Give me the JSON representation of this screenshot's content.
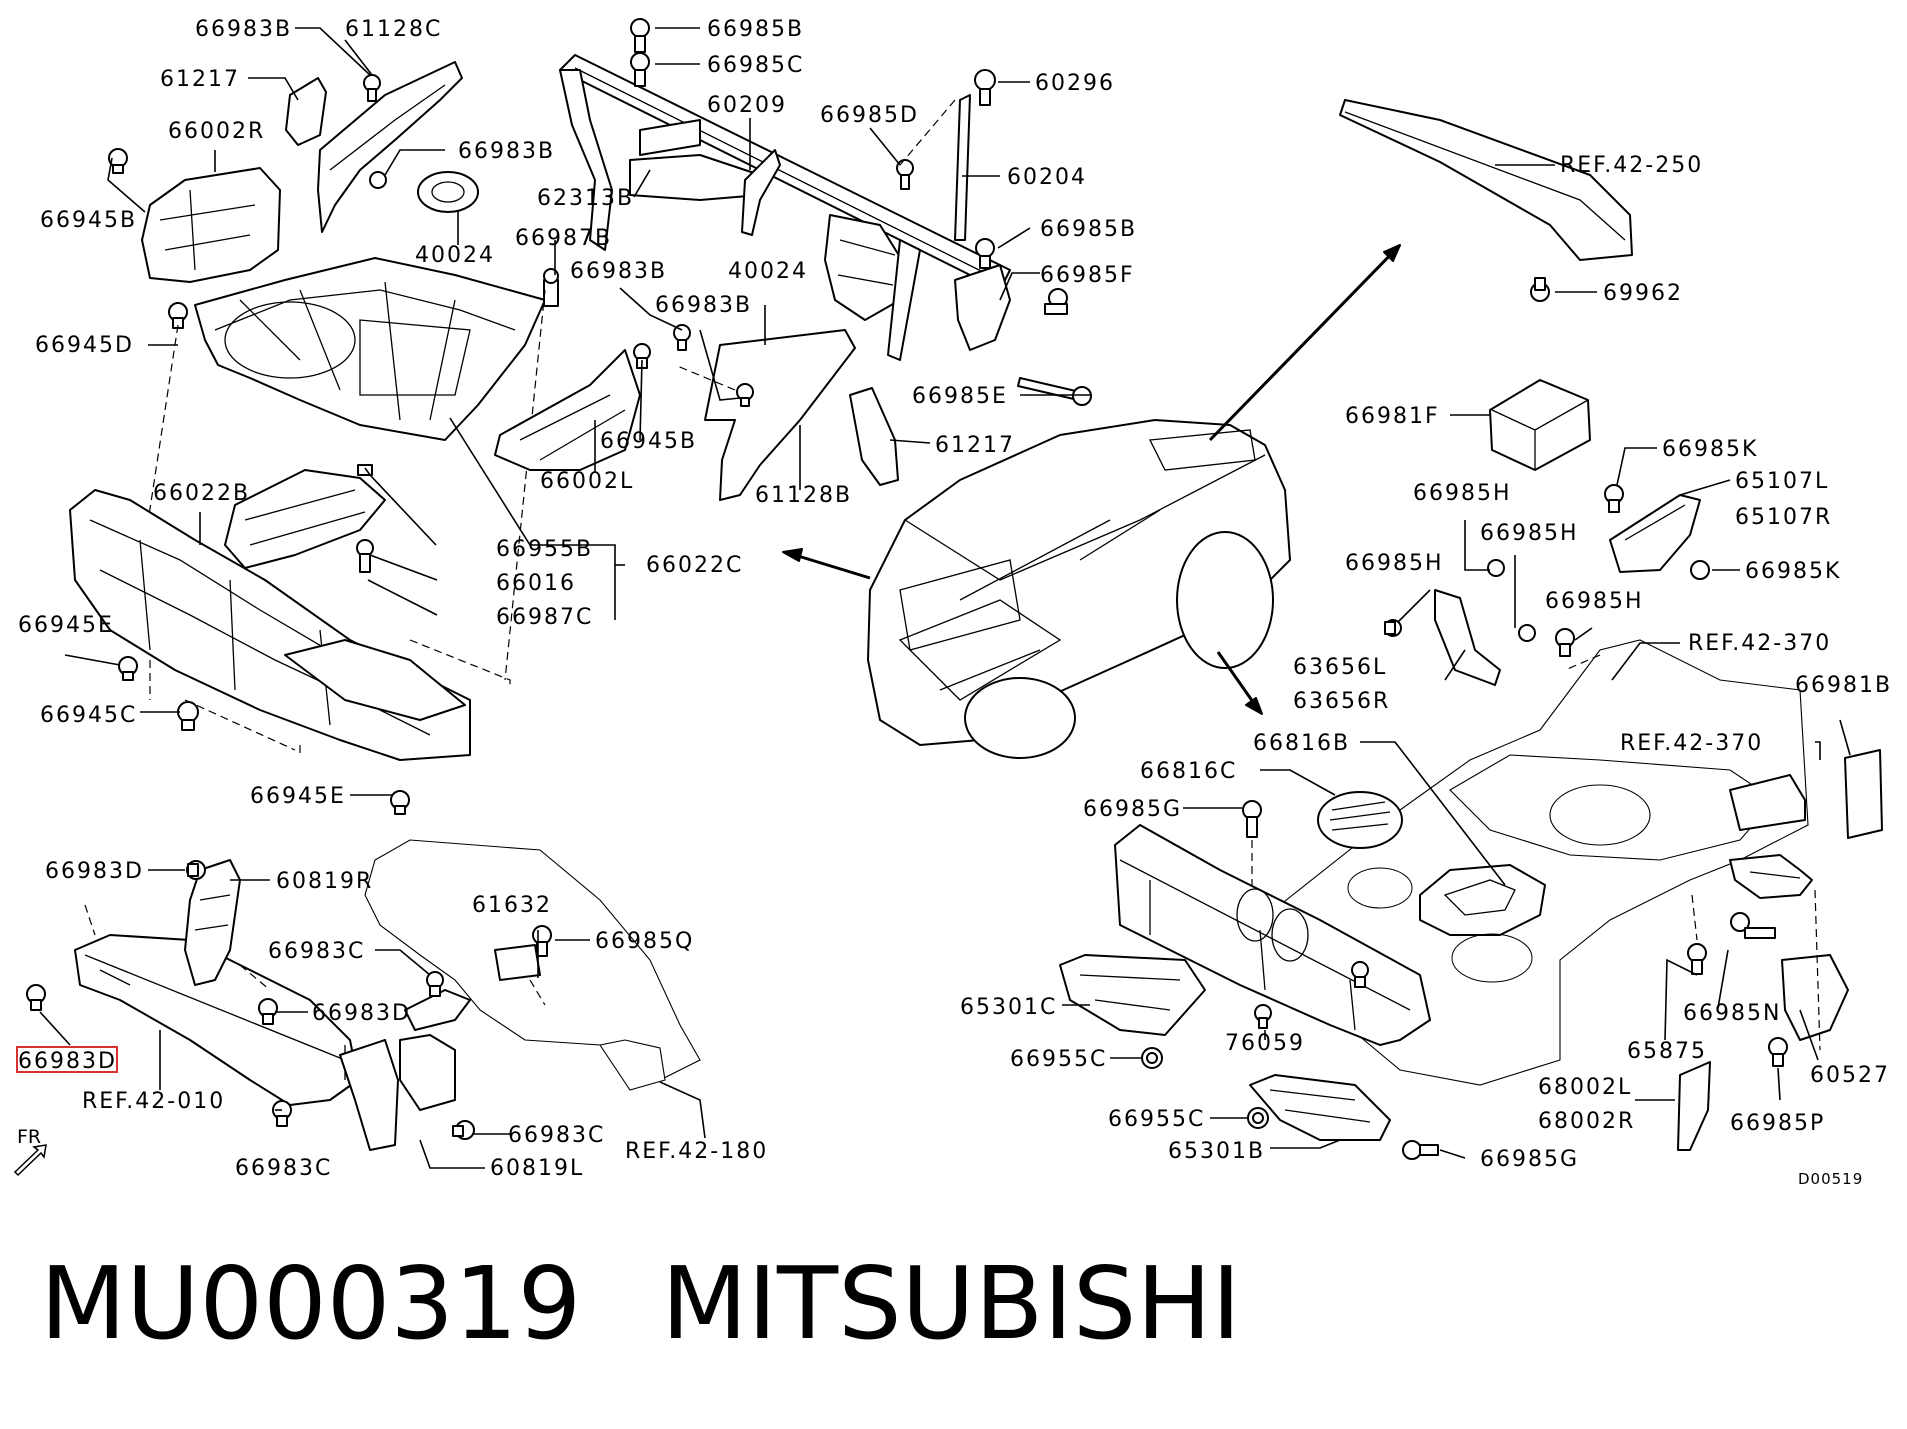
{
  "callouts": [
    {
      "id": "c1",
      "text": "66983B"
    },
    {
      "id": "c2",
      "text": "61128C"
    },
    {
      "id": "c3",
      "text": "61217"
    },
    {
      "id": "c4",
      "text": "66002R"
    },
    {
      "id": "c5",
      "text": "66945B"
    },
    {
      "id": "c6",
      "text": "66983B"
    },
    {
      "id": "c7",
      "text": "40024"
    },
    {
      "id": "c8",
      "text": "66987B"
    },
    {
      "id": "c9",
      "text": "66945D"
    },
    {
      "id": "c10",
      "text": "66985B"
    },
    {
      "id": "c11",
      "text": "66985C"
    },
    {
      "id": "c12",
      "text": "60209"
    },
    {
      "id": "c13",
      "text": "66985D"
    },
    {
      "id": "c14",
      "text": "60296"
    },
    {
      "id": "c15",
      "text": "60204"
    },
    {
      "id": "c16",
      "text": "62313B"
    },
    {
      "id": "c17",
      "text": "66985B"
    },
    {
      "id": "c18",
      "text": "66983B"
    },
    {
      "id": "c19",
      "text": "40024"
    },
    {
      "id": "c20",
      "text": "66985F"
    },
    {
      "id": "c21",
      "text": "66983B"
    },
    {
      "id": "c22",
      "text": "66985E"
    },
    {
      "id": "c23",
      "text": "66945B"
    },
    {
      "id": "c24",
      "text": "61217"
    },
    {
      "id": "c25",
      "text": "66002L"
    },
    {
      "id": "c26",
      "text": "61128B"
    },
    {
      "id": "c27",
      "text": "66022B"
    },
    {
      "id": "c28",
      "text": "66955B"
    },
    {
      "id": "c29",
      "text": "66016"
    },
    {
      "id": "c30",
      "text": "66022C"
    },
    {
      "id": "c31",
      "text": "66987C"
    },
    {
      "id": "c32",
      "text": "66945E"
    },
    {
      "id": "c33",
      "text": "66945C"
    },
    {
      "id": "c34",
      "text": "66945E"
    },
    {
      "id": "c35",
      "text": "REF.42-250"
    },
    {
      "id": "c36",
      "text": "69962"
    },
    {
      "id": "c37",
      "text": "66981F"
    },
    {
      "id": "c38",
      "text": "66985K"
    },
    {
      "id": "c39",
      "text": "65107L"
    },
    {
      "id": "c40",
      "text": "65107R"
    },
    {
      "id": "c41",
      "text": "66985H"
    },
    {
      "id": "c42",
      "text": "66985H"
    },
    {
      "id": "c43",
      "text": "66985K"
    },
    {
      "id": "c44",
      "text": "66985H"
    },
    {
      "id": "c45",
      "text": "66985H"
    },
    {
      "id": "c46",
      "text": "63656L"
    },
    {
      "id": "c47",
      "text": "63656R"
    },
    {
      "id": "c48",
      "text": "REF.42-370"
    },
    {
      "id": "c49",
      "text": "66981B"
    },
    {
      "id": "c50",
      "text": "66816B"
    },
    {
      "id": "c51",
      "text": "REF.42-370"
    },
    {
      "id": "c52",
      "text": "66816C"
    },
    {
      "id": "c53",
      "text": "66985G"
    },
    {
      "id": "c54",
      "text": "65301C"
    },
    {
      "id": "c55",
      "text": "66955C"
    },
    {
      "id": "c56",
      "text": "76059"
    },
    {
      "id": "c57",
      "text": "66985N"
    },
    {
      "id": "c58",
      "text": "65875"
    },
    {
      "id": "c59",
      "text": "60527"
    },
    {
      "id": "c60",
      "text": "68002L"
    },
    {
      "id": "c61",
      "text": "68002R"
    },
    {
      "id": "c62",
      "text": "66985P"
    },
    {
      "id": "c63",
      "text": "66955C"
    },
    {
      "id": "c64",
      "text": "65301B"
    },
    {
      "id": "c65",
      "text": "66985G"
    },
    {
      "id": "c66",
      "text": "66983D"
    },
    {
      "id": "c67",
      "text": "60819R"
    },
    {
      "id": "c68",
      "text": "61632"
    },
    {
      "id": "c69",
      "text": "66985Q"
    },
    {
      "id": "c70",
      "text": "66983C"
    },
    {
      "id": "c71",
      "text": "66983D"
    },
    {
      "id": "c72",
      "text": "66983D"
    },
    {
      "id": "c73",
      "text": "REF.42-010"
    },
    {
      "id": "c74",
      "text": "66983C"
    },
    {
      "id": "c75",
      "text": "REF.42-180"
    },
    {
      "id": "c76",
      "text": "66983C"
    },
    {
      "id": "c77",
      "text": "60819L"
    }
  ],
  "direction_marker": "FR",
  "diagram_code": "D00519",
  "caption": {
    "part_number": "MU000319",
    "brand": "MITSUBISHI"
  },
  "highlight_color": "#d93030"
}
